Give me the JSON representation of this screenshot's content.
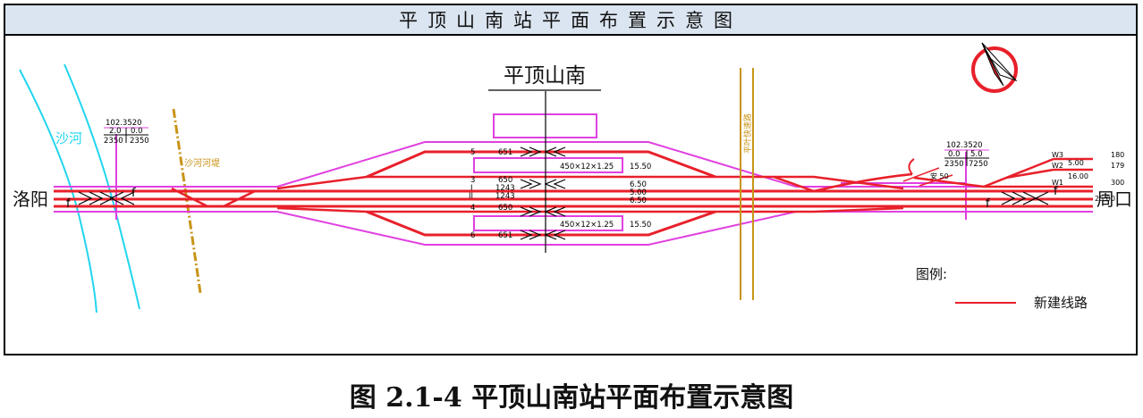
{
  "title": "平顶山南站平面布置示意图",
  "station_name": "平顶山南",
  "cities": {
    "west": "洛阳",
    "east": "周口"
  },
  "river": {
    "name": "沙河",
    "embankment": "沙河河堤"
  },
  "crossing_road": "平叶快速路",
  "west_mileage": {
    "km": "102.3520",
    "left_top": "2.0",
    "right_top": "0.0",
    "left_bottom": "2350",
    "right_bottom": "2350"
  },
  "east_mileage": {
    "km": "102.3520",
    "left_top": "0.0",
    "right_top": "5.0",
    "left_bottom": "2350",
    "right_bottom": "7250"
  },
  "tracks": [
    {
      "no": "5",
      "length": "651"
    },
    {
      "no": "3",
      "length": "650"
    },
    {
      "no": "I",
      "length": "1243"
    },
    {
      "no": "II",
      "length": "1243"
    },
    {
      "no": "4",
      "length": "650"
    },
    {
      "no": "6",
      "length": "651"
    }
  ],
  "platforms": [
    "450×12×1.25",
    "450×12×1.25"
  ],
  "spacings": [
    "15.50",
    "6.50",
    "5.00",
    "6.50",
    "15.50"
  ],
  "east_branch": {
    "labels": [
      "W3",
      "W2",
      "W1"
    ],
    "values": [
      "180",
      "179",
      "300"
    ],
    "spacings": [
      "5.00",
      "16.00",
      "25.00"
    ],
    "curve_label": "安 50"
  },
  "switch_label": "f",
  "legend": {
    "title": "图例:",
    "item": "新建线路"
  },
  "caption": "图 2.1-4 平顶山南站平面布置示意图",
  "colors": {
    "track": "#e8202a",
    "station_outline": "#e040e0",
    "river": "#22d5ee",
    "road": "#c89418",
    "header_bg": "#dbe5f1"
  }
}
